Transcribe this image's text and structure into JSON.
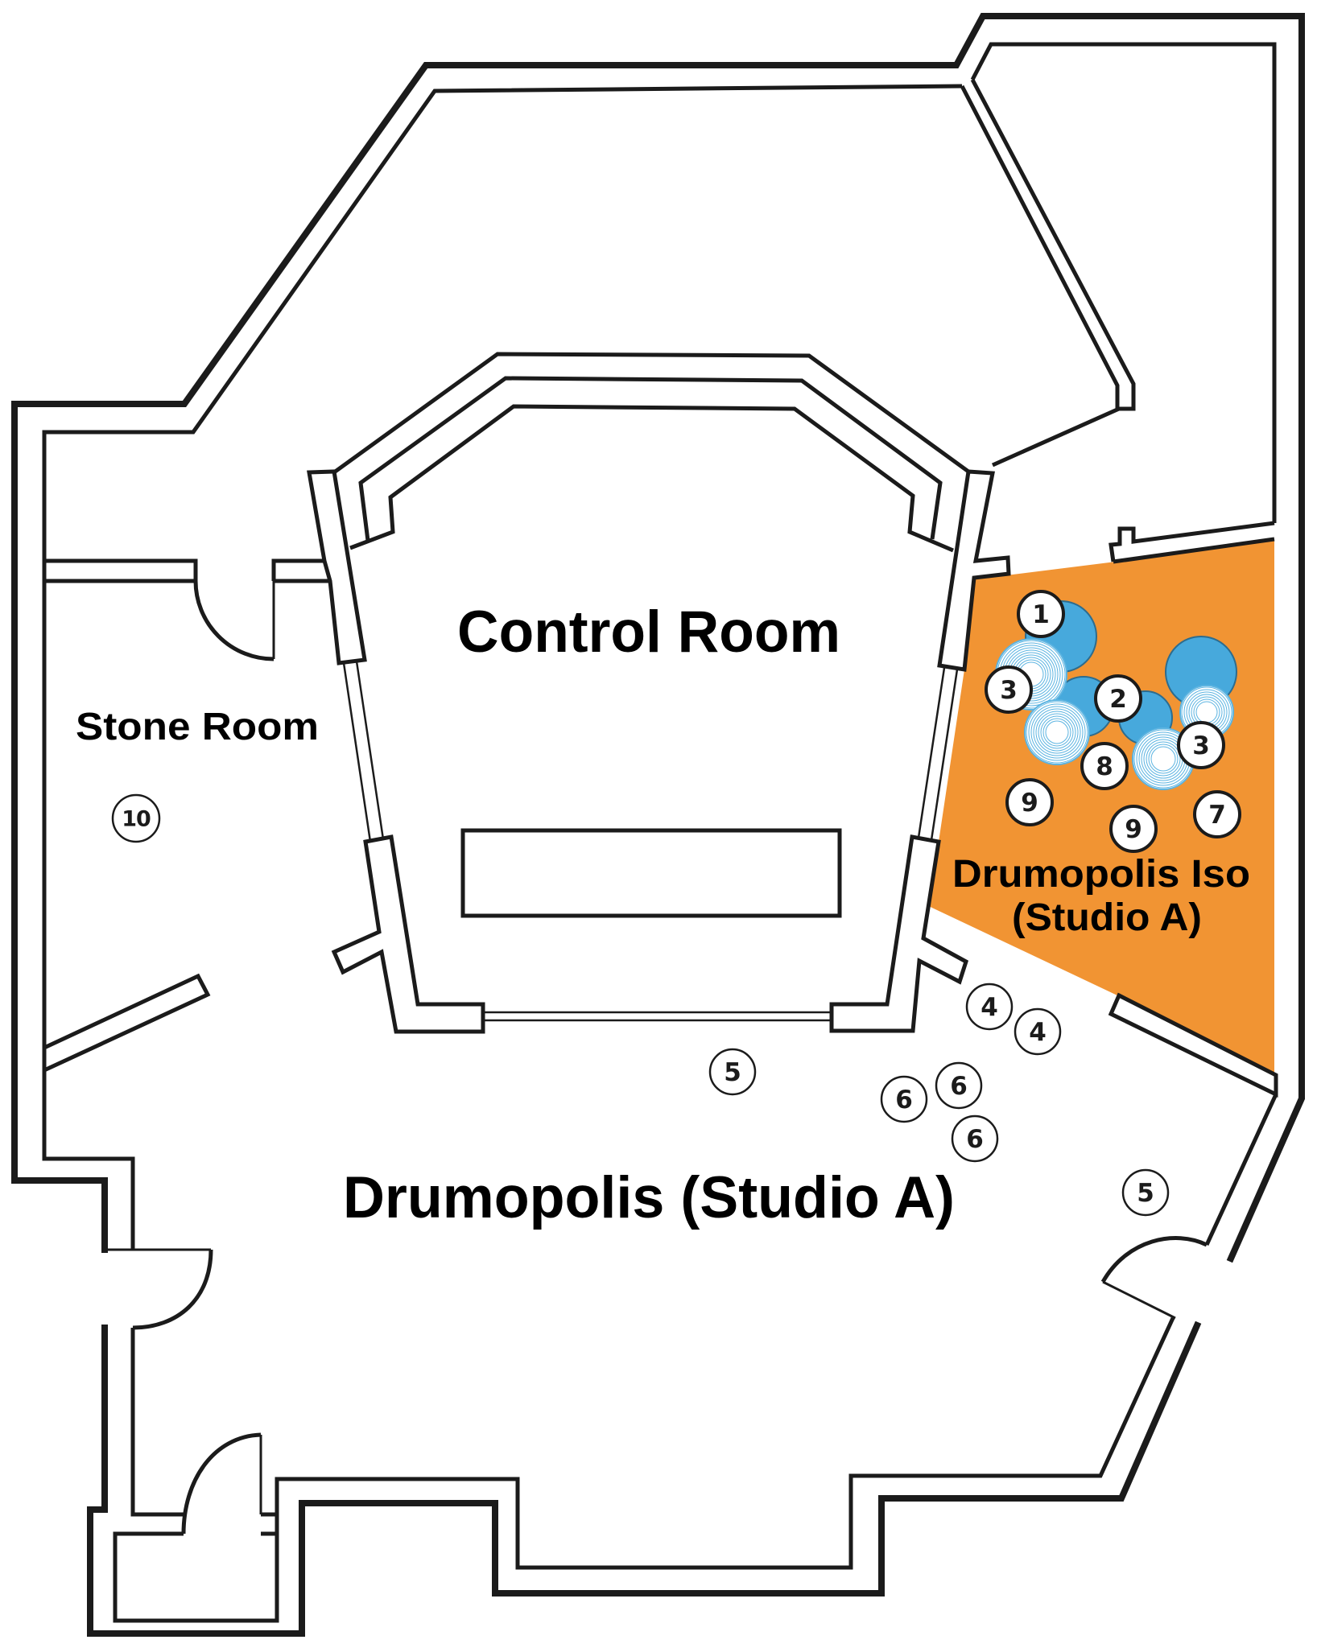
{
  "title": "Drumopolis (Studio A) floor plan",
  "colors": {
    "iso_booth": "#f19433",
    "drum": "#47a9dc",
    "cymbal_ring": "#5cb4e1",
    "wall": "#1b1b1b",
    "background": "#ffffff"
  },
  "rooms": {
    "control_room": "Control Room",
    "stone_room": "Stone Room",
    "main_studio": "Drumopolis (Studio A)",
    "iso_line1": "Drumopolis Iso",
    "iso_line2": "(Studio A)"
  },
  "iso_kit": {
    "drums": [
      "floor-tom",
      "snare",
      "rack-tom",
      "bass-drum"
    ],
    "cymbals": [
      "hi-hat",
      "crash",
      "ride",
      "crash-right"
    ]
  },
  "markers": [
    {
      "number": "1",
      "room": "Drumopolis Iso"
    },
    {
      "number": "3",
      "room": "Drumopolis Iso"
    },
    {
      "number": "2",
      "room": "Drumopolis Iso"
    },
    {
      "number": "3",
      "room": "Drumopolis Iso"
    },
    {
      "number": "8",
      "room": "Drumopolis Iso"
    },
    {
      "number": "9",
      "room": "Drumopolis Iso"
    },
    {
      "number": "9",
      "room": "Drumopolis Iso"
    },
    {
      "number": "7",
      "room": "Drumopolis Iso"
    },
    {
      "number": "4",
      "room": "Drumopolis (Studio A)"
    },
    {
      "number": "4",
      "room": "Drumopolis (Studio A)"
    },
    {
      "number": "5",
      "room": "Drumopolis (Studio A)"
    },
    {
      "number": "6",
      "room": "Drumopolis (Studio A)"
    },
    {
      "number": "6",
      "room": "Drumopolis (Studio A)"
    },
    {
      "number": "6",
      "room": "Drumopolis (Studio A)"
    },
    {
      "number": "5",
      "room": "Drumopolis (Studio A)"
    },
    {
      "number": "10",
      "room": "Stone Room"
    }
  ]
}
